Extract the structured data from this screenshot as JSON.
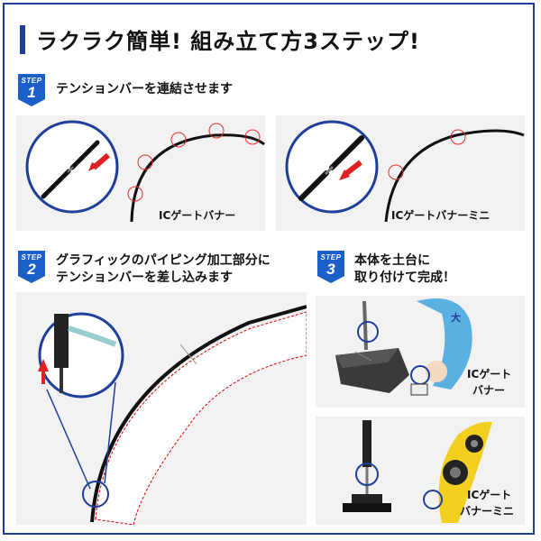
{
  "header": {
    "title": "ラクラク簡単! 組み立て方3ステップ!"
  },
  "steps": [
    {
      "badge_word": "STEP",
      "badge_number": "1",
      "heading": "テンションバーを連結させます",
      "panels": [
        {
          "caption": "ICゲートバナー"
        },
        {
          "caption": "ICゲートバナーミニ"
        }
      ]
    },
    {
      "badge_word": "STEP",
      "badge_number": "2",
      "heading_line1": "グラフィックのパイピング加工部分に",
      "heading_line2": "テンションバーを差し込みます"
    },
    {
      "badge_word": "STEP",
      "badge_number": "3",
      "heading_line1": "本体を土台に",
      "heading_line2": "取り付けて完成！",
      "panels": [
        {
          "caption_line1": "ICゲート",
          "caption_line2": "バナー"
        },
        {
          "caption_line1": "ICゲート",
          "caption_line2": "バナーミニ"
        }
      ]
    }
  ],
  "colors": {
    "brand_blue": "#1d3f9a",
    "badge_blue": "#1d5fc9",
    "arrow_red": "#e02020",
    "panel_bg": "#f2f2f2"
  }
}
